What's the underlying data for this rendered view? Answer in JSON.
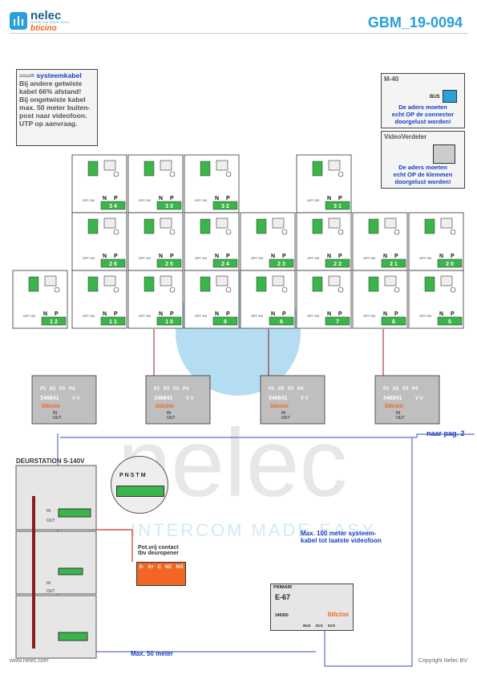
{
  "header": {
    "logo_name": "nelec",
    "logo_tagline": "INTERCOM MADE EASY",
    "logo_brand": "bticino",
    "doc_id": "GBM_19-0094"
  },
  "note": {
    "legend": "= systeemkabel",
    "lines": [
      "Bij andere getwiste",
      "kabel 66% afstand!",
      "Bij ongetwiste kabel",
      "max. 50 meter buiten-",
      "post naar videofoon.",
      "UTP op aanvraag."
    ]
  },
  "m40": {
    "title": "M-40",
    "bus_label": "BUS",
    "desc": [
      "De aders moeten",
      "echt OP de connector",
      "doorgelust worden!"
    ]
  },
  "videoverdeler": {
    "title": "VideoVerdeler",
    "desc": [
      "De aders moeten",
      "echt OP de klemmen",
      "doorgelust worden!"
    ]
  },
  "monitor": {
    "off_on": "OFF ON",
    "n": "N",
    "p": "P",
    "rows": [
      {
        "addresses": [
          "3 4",
          "3 3",
          "3 2",
          "3 1"
        ]
      },
      {
        "addresses": [
          "2 6",
          "2 5",
          "2 4",
          "2 3",
          "2 2",
          "2 1",
          "2 0"
        ]
      },
      {
        "addresses": [
          "1 2",
          "1 1",
          "1 0",
          "9",
          "8",
          "7",
          "6",
          "5"
        ]
      }
    ]
  },
  "distributor": {
    "ports": [
      "P1",
      "P2",
      "P3",
      "P4"
    ],
    "code": "346841",
    "vv": "V V",
    "brand": "bticino",
    "in": "IN",
    "out": "OUT"
  },
  "next_page": "naar pag. 2",
  "door_station": {
    "title": "DEURSTATION S-140V",
    "terminals": [
      "P",
      "N",
      "S",
      "T",
      "M"
    ],
    "in": "IN",
    "out": "OUT"
  },
  "contact": {
    "label": [
      "Pot.vrij contact",
      "tbv deuropener"
    ],
    "terminals": [
      "S-",
      "S+",
      "C",
      "NC",
      "NO"
    ]
  },
  "max100": [
    "Max. 100 meter systeem-",
    "kabel tot laatste videofoon"
  ],
  "e67": {
    "primair": "PRIMAIR",
    "name": "E-67",
    "code": "346050",
    "brand": "bticino",
    "bottom": [
      "BUS",
      "SCS",
      "SCS"
    ]
  },
  "max50": "Max. 50 meter",
  "watermark": {
    "word": "nelec",
    "tagline": "INTERCOM MADE EASY"
  },
  "footer": {
    "left": "www.nelec.com",
    "right": "Copyright Nelec BV"
  },
  "colors": {
    "accent": "#2a9fd8",
    "text_blue": "#1a3fc0",
    "orange": "#f26522",
    "green": "#3ab54a"
  }
}
